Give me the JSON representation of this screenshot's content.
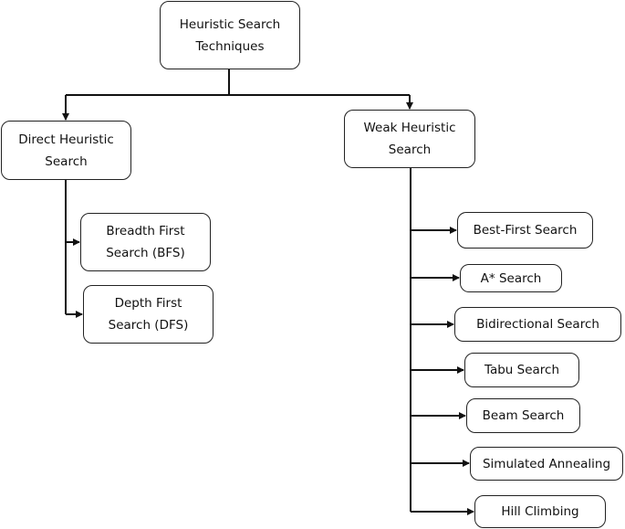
{
  "nodes": {
    "root": "Heuristic Search\nTechniques",
    "direct": "Direct Heuristic\nSearch",
    "weak": "Weak Heuristic\nSearch",
    "bfs": "Breadth First\nSearch (BFS)",
    "dfs": "Depth First\nSearch (DFS)",
    "best_first": "Best-First Search",
    "a_star": "A* Search",
    "bidirectional": "Bidirectional Search",
    "tabu": "Tabu Search",
    "beam": "Beam Search",
    "simulated_annealing": "Simulated Annealing",
    "hill_climbing": "Hill Climbing"
  }
}
